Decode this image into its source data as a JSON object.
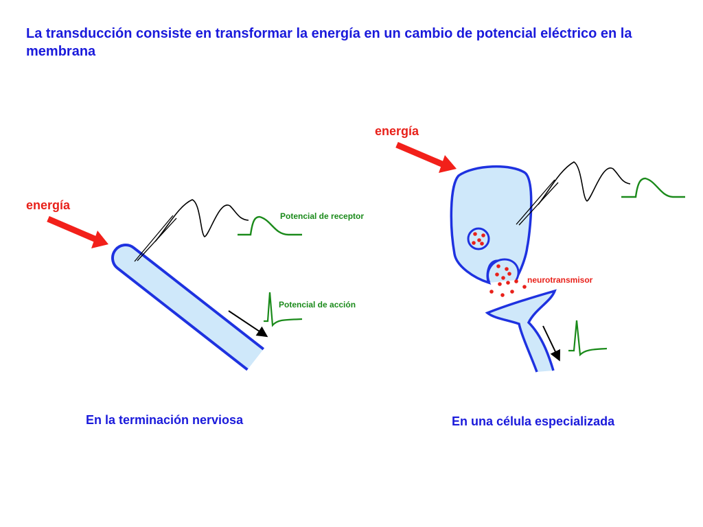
{
  "title": "La transducción consiste en transformar la energía en un cambio de potencial eléctrico en la membrana",
  "left_panel": {
    "energy_label": "energía",
    "receptor_potential_label": "Potencial de receptor",
    "action_potential_label": "Potencial de acción",
    "caption": "En la terminación nerviosa"
  },
  "right_panel": {
    "energy_label": "energía",
    "neurotransmitter_label": "neurotransmisor",
    "caption": "En una célula especializada"
  },
  "colors": {
    "title": "#1a1adb",
    "energy_arrow": "#e8211a",
    "membrane_fill": "#cfe8fa",
    "membrane_stroke": "#1e32e0",
    "potential_trace": "#1a8a1a",
    "electrode_trace": "#000000",
    "neurotransmitter_dots": "#e8211a"
  }
}
